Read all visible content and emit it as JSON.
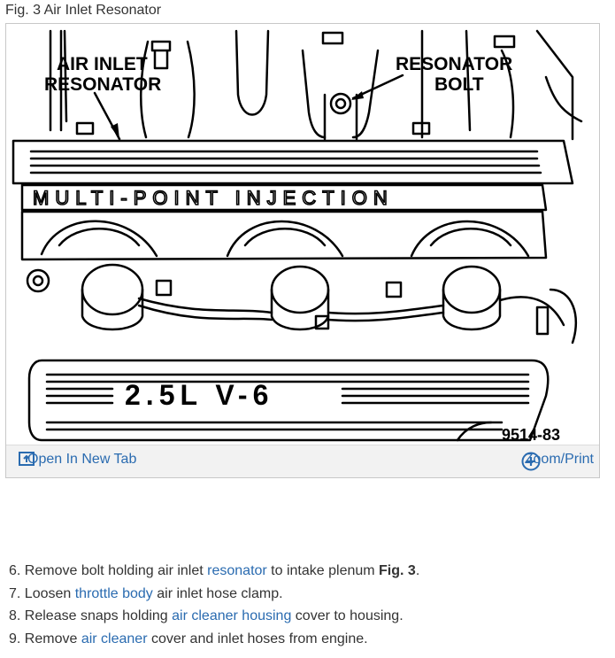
{
  "figure": {
    "caption": "Fig. 3 Air Inlet Resonator",
    "labels": {
      "air_inlet_line1": "AIR INLET",
      "air_inlet_line2": "RESONATOR",
      "resonator_line1": "RESONATOR",
      "resonator_line2": "BOLT",
      "plenum_text": "MULTI-POINT INJECTION",
      "engine_text": "2.5L V-6",
      "part_number": "9514-83"
    },
    "toolbar": {
      "open_label": "Open In New Tab",
      "zoom_label": "Zoom/Print",
      "open_icon": "open-new-tab-icon",
      "zoom_icon": "zoom-plus-icon"
    }
  },
  "steps": [
    {
      "num": "6.",
      "before": "Remove bolt holding air inlet ",
      "link": "resonator",
      "after": " to intake plenum ",
      "bold": "Fig. 3",
      "tail": "."
    },
    {
      "num": "7.",
      "before": "Loosen ",
      "link": "throttle body",
      "after": " air inlet hose clamp.",
      "bold": "",
      "tail": ""
    },
    {
      "num": "8.",
      "before": "Release snaps holding ",
      "link": "air cleaner housing",
      "after": " cover to housing.",
      "bold": "",
      "tail": ""
    },
    {
      "num": "9.",
      "before": "Remove ",
      "link": "air cleaner",
      "after": " cover and inlet hoses from engine.",
      "bold": "",
      "tail": ""
    }
  ],
  "colors": {
    "link": "#2a6bb0",
    "text": "#333333",
    "toolbar_bg": "#f2f2f2"
  }
}
